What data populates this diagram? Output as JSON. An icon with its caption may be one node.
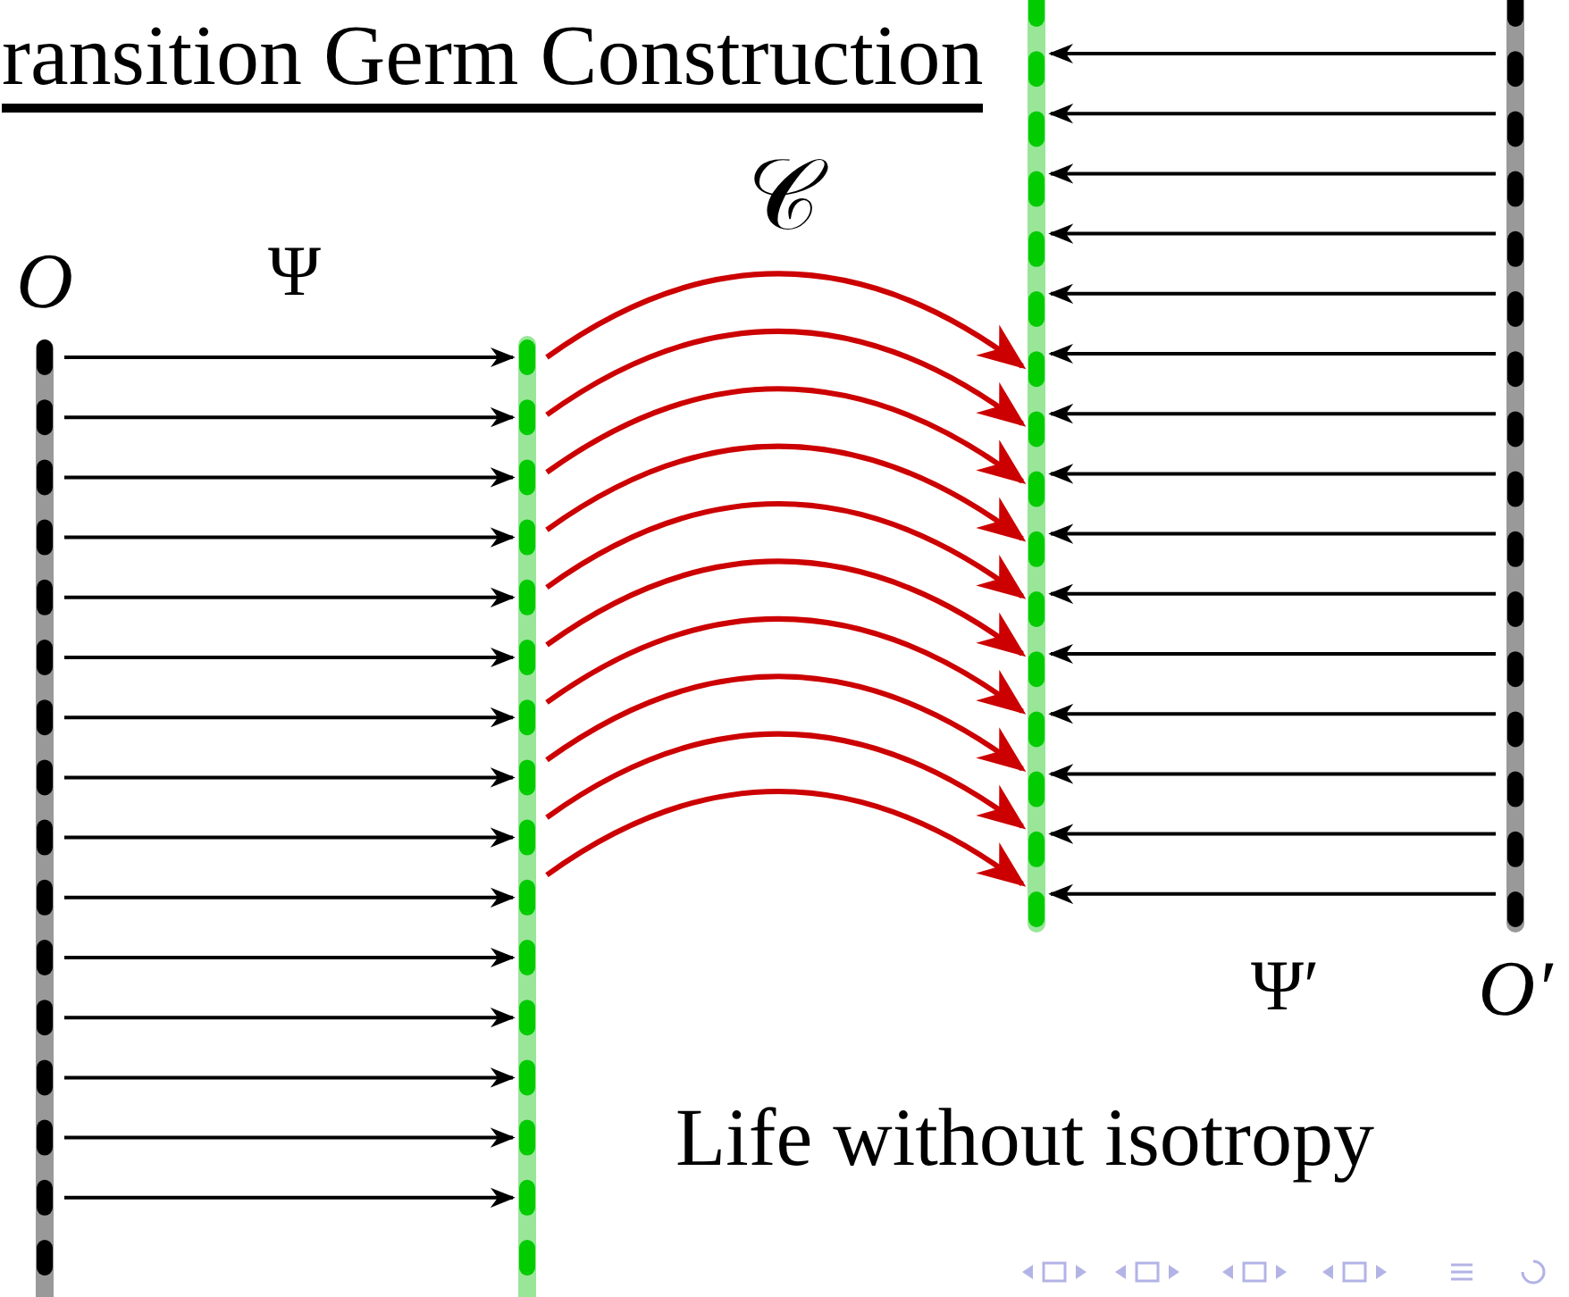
{
  "diagram": {
    "title": "ransition Germ Construction",
    "nodes": [
      {
        "text": [
          "O"
        ]
      },
      {
        "text": [],
        "shape": "bar"
      },
      {
        "text": [],
        "shape": "bar"
      },
      {
        "text": [
          "O′"
        ]
      }
    ],
    "edges": [
      {
        "from": 0,
        "to": 1,
        "arrow": "to"
      },
      {
        "from": 0,
        "to": 1,
        "arrow": "to"
      },
      {
        "from": 0,
        "to": 1,
        "arrow": "to"
      },
      {
        "from": 0,
        "to": 1,
        "arrow": "to"
      },
      {
        "from": 0,
        "to": 1,
        "arrow": "to"
      },
      {
        "from": 0,
        "to": 1,
        "arrow": "to"
      },
      {
        "from": 0,
        "to": 1,
        "arrow": "to"
      },
      {
        "from": 0,
        "to": 1,
        "arrow": "to"
      },
      {
        "from": 0,
        "to": 1,
        "arrow": "to"
      },
      {
        "from": 0,
        "to": 1,
        "arrow": "to"
      },
      {
        "from": 0,
        "to": 1,
        "arrow": "to"
      },
      {
        "from": 0,
        "to": 1,
        "arrow": "to"
      },
      {
        "from": 0,
        "to": 1,
        "arrow": "to"
      },
      {
        "from": 0,
        "to": 1,
        "arrow": "to"
      },
      {
        "from": 0,
        "to": 1,
        "arrow": "to"
      },
      {
        "from": 1,
        "to": 2,
        "arrow": "to",
        "color": "#cc0000"
      },
      {
        "from": 1,
        "to": 2,
        "arrow": "to",
        "color": "#cc0000"
      },
      {
        "from": 1,
        "to": 2,
        "arrow": "to",
        "color": "#cc0000"
      },
      {
        "from": 1,
        "to": 2,
        "arrow": "to",
        "color": "#cc0000"
      },
      {
        "from": 1,
        "to": 2,
        "arrow": "to",
        "color": "#cc0000"
      },
      {
        "from": 1,
        "to": 2,
        "arrow": "to",
        "color": "#cc0000"
      },
      {
        "from": 1,
        "to": 2,
        "arrow": "to",
        "color": "#cc0000"
      },
      {
        "from": 1,
        "to": 2,
        "arrow": "to",
        "color": "#cc0000"
      },
      {
        "from": 1,
        "to": 2,
        "arrow": "to",
        "color": "#cc0000"
      },
      {
        "from": 1,
        "to": 2,
        "arrow": "to",
        "color": "#cc0000"
      },
      {
        "from": 3,
        "to": 2,
        "arrow": "to"
      },
      {
        "from": 3,
        "to": 2,
        "arrow": "to"
      },
      {
        "from": 3,
        "to": 2,
        "arrow": "to"
      },
      {
        "from": 3,
        "to": 2,
        "arrow": "to"
      },
      {
        "from": 3,
        "to": 2,
        "arrow": "to"
      },
      {
        "from": 3,
        "to": 2,
        "arrow": "to"
      },
      {
        "from": 3,
        "to": 2,
        "arrow": "to"
      },
      {
        "from": 3,
        "to": 2,
        "arrow": "to"
      },
      {
        "from": 3,
        "to": 2,
        "arrow": "to"
      },
      {
        "from": 3,
        "to": 2,
        "arrow": "to"
      },
      {
        "from": 3,
        "to": 2,
        "arrow": "to"
      },
      {
        "from": 3,
        "to": 2,
        "arrow": "to"
      },
      {
        "from": 3,
        "to": 2,
        "arrow": "to"
      },
      {
        "from": 3,
        "to": 2,
        "arrow": "to"
      },
      {
        "from": 3,
        "to": 2,
        "arrow": "to"
      }
    ],
    "labels": [
      "Ψ",
      "𝒞",
      "Ψ′",
      "Life without isotropy"
    ]
  }
}
